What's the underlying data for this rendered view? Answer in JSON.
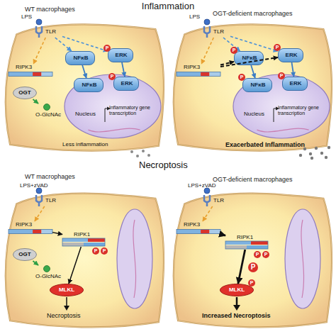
{
  "diagram": {
    "title": "Inflammation",
    "nodes": [
      {
        "text": [
          "WT macrophages"
        ]
      },
      {
        "text": [
          "TLR"
        ],
        "in": 0
      },
      {
        "text": [
          "RIPK3"
        ],
        "in": 0
      },
      {
        "text": [
          "OGT"
        ],
        "in": 0
      },
      {
        "text": [
          "O-GlcNAc"
        ],
        "in": 0
      },
      {
        "text": [
          "NFκB"
        ],
        "in": 0
      },
      {
        "text": [
          "ERK"
        ],
        "in": 0
      },
      {
        "text": [
          "Nucleus",
          "Inflammatory gene transcription"
        ],
        "in": 0
      },
      {
        "text": [
          "NFκB"
        ],
        "in": 7
      },
      {
        "text": [
          "ERK"
        ],
        "in": 7
      },
      {
        "text": [
          "OGT-deficient macrophages"
        ]
      },
      {
        "text": [
          "TLR"
        ],
        "in": 10
      },
      {
        "text": [
          "RIPK3"
        ],
        "in": 10
      },
      {
        "text": [
          "NFκB"
        ],
        "in": 10
      },
      {
        "text": [
          "ERK"
        ],
        "in": 10
      },
      {
        "text": [
          "Nucleus",
          "Inflammatory gene transcription"
        ],
        "in": 10
      },
      {
        "text": [
          "NFκB"
        ],
        "in": 15
      },
      {
        "text": [
          "ERK"
        ],
        "in": 15
      },
      {
        "text": [
          "WT macrophages"
        ]
      },
      {
        "text": [
          "TLR"
        ],
        "in": 18
      },
      {
        "text": [
          "RIPK3"
        ],
        "in": 18
      },
      {
        "text": [
          "OGT"
        ],
        "in": 18
      },
      {
        "text": [
          "O-GlcNAc"
        ],
        "in": 18
      },
      {
        "text": [
          "RIPK1"
        ],
        "in": 18
      },
      {
        "text": [
          "MLKL"
        ],
        "in": 18
      },
      {
        "text": [
          "OGT-deficient macrophages"
        ]
      },
      {
        "text": [
          "TLR"
        ],
        "in": 25
      },
      {
        "text": [
          "RIPK3"
        ],
        "in": 25
      },
      {
        "text": [
          "RIPK1"
        ],
        "in": 25
      },
      {
        "text": [
          "MLKL"
        ],
        "in": 25
      }
    ],
    "edges": [
      {
        "from": 1,
        "to": 2,
        "arrow": "to"
      },
      {
        "from": 1,
        "to": 5,
        "arrow": "to"
      },
      {
        "from": 1,
        "to": 6,
        "arrow": "to"
      },
      {
        "from": 3,
        "to": 4,
        "arrow": "to"
      },
      {
        "from": 5,
        "to": 8,
        "arrow": "to"
      },
      {
        "from": 6,
        "to": 9,
        "arrow": "to"
      },
      {
        "from": 11,
        "to": 12,
        "arrow": "to"
      },
      {
        "from": 11,
        "to": 13,
        "arrow": "to"
      },
      {
        "from": 11,
        "to": 14,
        "arrow": "to"
      },
      {
        "from": 12,
        "to": 13,
        "arrow": "to"
      },
      {
        "from": 12,
        "to": 14,
        "arrow": "to"
      },
      {
        "from": 13,
        "to": 16,
        "arrow": "to"
      },
      {
        "from": 14,
        "to": 17,
        "arrow": "to"
      },
      {
        "from": 19,
        "to": 20,
        "arrow": "to"
      },
      {
        "from": 21,
        "to": 22,
        "arrow": "to"
      },
      {
        "from": 20,
        "to": 23,
        "arrow": "to"
      },
      {
        "from": 23,
        "to": 24,
        "arrow": "to"
      },
      {
        "from": 26,
        "to": 27,
        "arrow": "to"
      },
      {
        "from": 27,
        "to": 28,
        "arrow": "to"
      },
      {
        "from": 28,
        "to": 29,
        "arrow": "to"
      }
    ],
    "labels": [
      "LPS",
      "P",
      "P",
      "Less inflammation",
      "LPS",
      "P",
      "P",
      "P",
      "P",
      "Exacerbated Inflammation",
      "Necroptosis",
      "LPS+zVAD",
      "P",
      "P",
      "Necroptosis",
      "LPS+zVAD",
      "P",
      "P",
      "P",
      "P",
      "Increased Necroptosis"
    ]
  }
}
